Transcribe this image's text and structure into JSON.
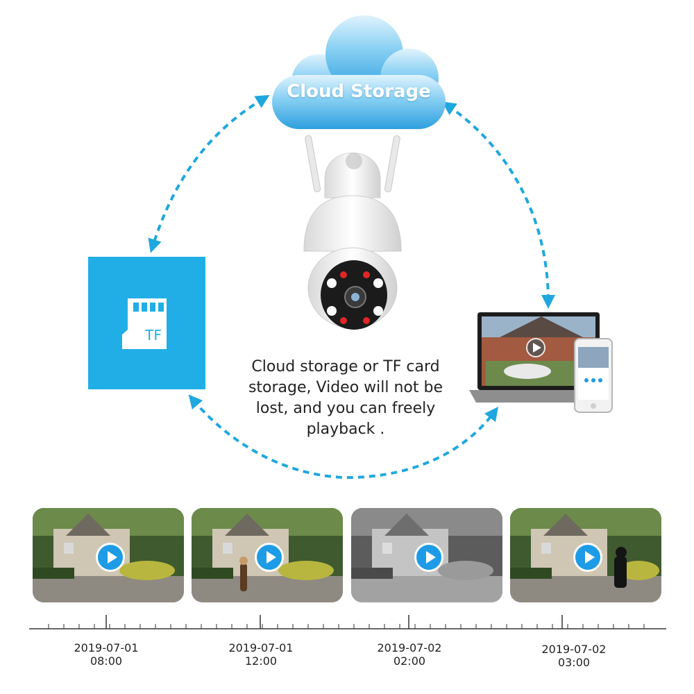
{
  "cloud": {
    "label": "Cloud Storage"
  },
  "tf_card": {
    "label": "TF",
    "icon": "sd-card-icon"
  },
  "caption": {
    "lines": [
      "Cloud storage or TF card",
      "storage, Video will not be",
      "lost, and you can freely",
      "playback ."
    ]
  },
  "colors": {
    "accent": "#21aee6",
    "arrow": "#1fa7de",
    "play": "#1e9be6"
  },
  "timeline": {
    "clips": [
      {
        "date": "2019-07-01",
        "time": "08:00"
      },
      {
        "date": "2019-07-01",
        "time": "12:00"
      },
      {
        "date": "2019-07-02",
        "time": "02:00"
      },
      {
        "date": "2019-07-02",
        "time": "03:00"
      }
    ]
  }
}
